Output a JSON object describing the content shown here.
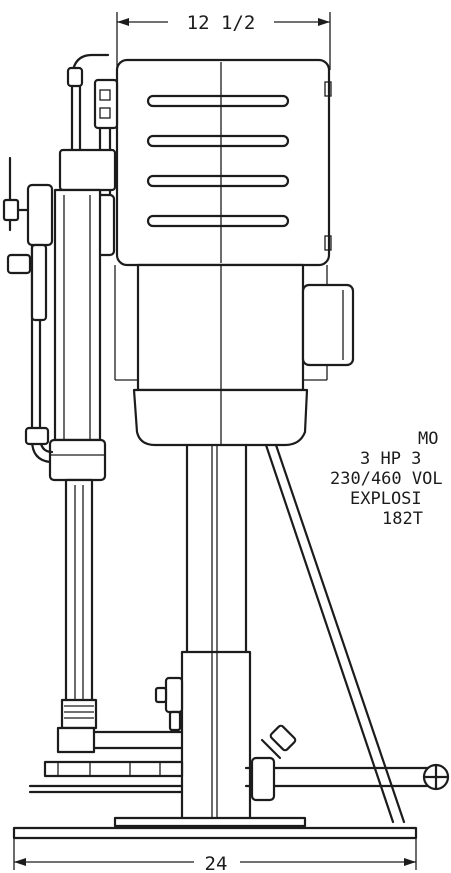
{
  "dimensions": {
    "top_width": "12 1/2",
    "base_width": "24"
  },
  "motor_note": {
    "lines": [
      "MO",
      "3 HP 3",
      "230/460 VOL",
      "EXPLOSI",
      "182T"
    ]
  }
}
